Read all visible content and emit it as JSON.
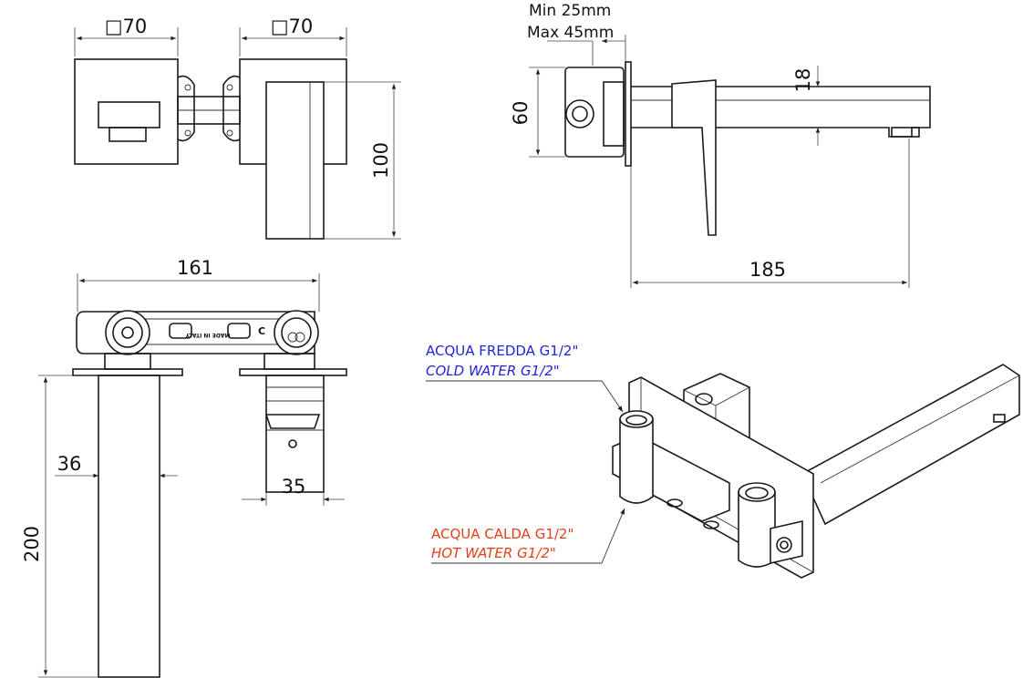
{
  "drawing": {
    "front_view": {
      "left_width": "□70",
      "right_width": "□70",
      "height": "100"
    },
    "side_view": {
      "wall_min": "Min 25mm",
      "wall_max": "Max 45mm",
      "body_height": "60",
      "spout_height": "18",
      "projection": "185"
    },
    "top_view": {
      "overall_width": "161",
      "spout_width": "36",
      "handle_width": "35",
      "spout_length": "200",
      "body_marking": "MADE IN ITALY",
      "body_mark_c": "C"
    },
    "iso_view": {
      "cold_label_it": "ACQUA FREDDA G1/2\"",
      "cold_label_en": "COLD WATER G1/2\"",
      "hot_label_it": "ACQUA CALDA G1/2\"",
      "hot_label_en": "HOT WATER G1/2\""
    }
  },
  "colors": {
    "cold": "#2323d8",
    "hot": "#e0401a",
    "line": "#1a1a1a"
  }
}
